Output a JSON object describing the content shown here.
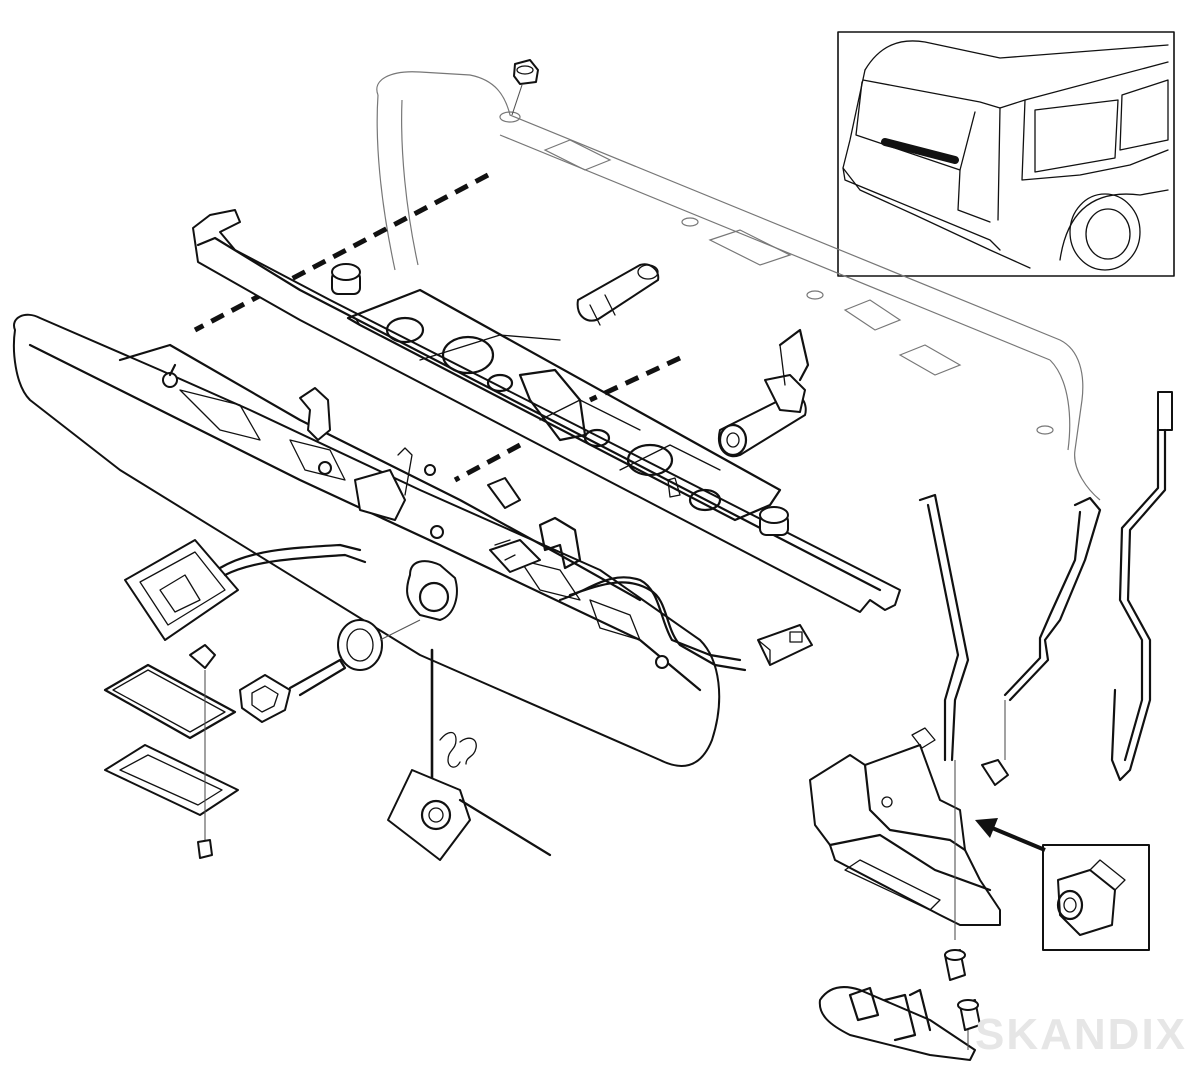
{
  "diagram": {
    "watermark": "SKANDIX",
    "parts": [
      "inset-car-view",
      "tailgate-trim-panel",
      "handle-housing",
      "number-plate-lamp",
      "lock-cylinder",
      "key",
      "mounting-bracket",
      "springs",
      "actuator-motor",
      "lock-unit",
      "striker",
      "pull-rods",
      "detail-inset-clip",
      "micro-switch-connector"
    ]
  }
}
